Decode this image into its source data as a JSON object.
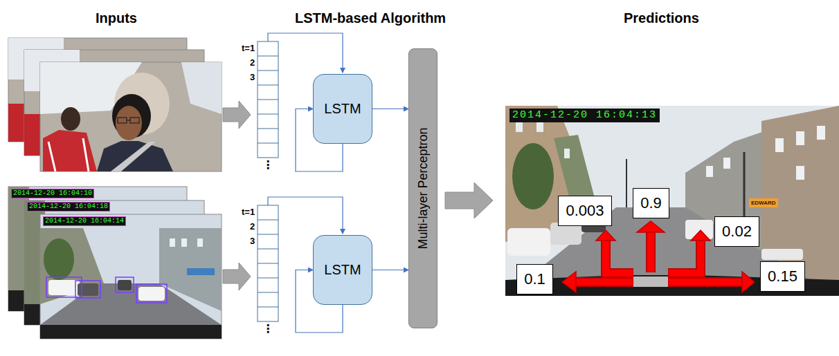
{
  "diagram": {
    "nodes": [
      {
        "text": [
          "LSTM"
        ]
      },
      {
        "text": [
          "LSTM"
        ]
      },
      {
        "text": [
          "Multi-layer Perceptron"
        ]
      },
      {
        "text": [
          "0.003"
        ]
      },
      {
        "text": [
          "0.9"
        ]
      },
      {
        "text": [
          "0.02"
        ]
      },
      {
        "text": [
          "0.1"
        ]
      },
      {
        "text": [
          "0.15"
        ]
      }
    ],
    "edges": [
      {
        "from": 0,
        "to": 0,
        "arrow": "to"
      },
      {
        "from": 0,
        "to": 2,
        "arrow": "to"
      },
      {
        "from": 1,
        "to": 1,
        "arrow": "to"
      },
      {
        "from": 1,
        "to": 2,
        "arrow": "to"
      }
    ],
    "labels": [
      "Inputs",
      "LSTM-based Algorithm",
      "Predictions",
      "t=1",
      "2",
      "3",
      "⋮",
      "t=1",
      "2",
      "3",
      "⋮",
      "2014-12-20 16:04:10",
      "2014-12-20 16:04:18",
      "2014-12-20 16:04:14",
      "2014-12-20 16:04:13",
      "EDWARD"
    ]
  }
}
